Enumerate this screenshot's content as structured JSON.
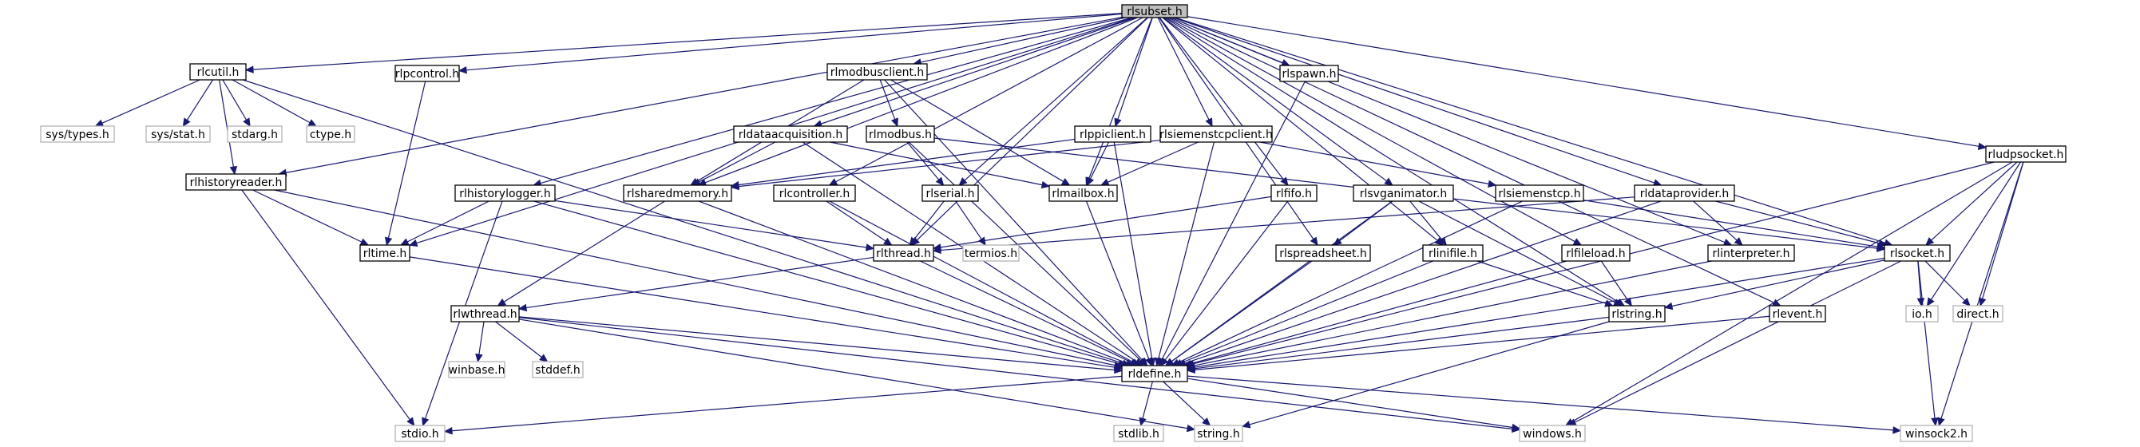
{
  "diagram": {
    "edge_color": "#191970",
    "nodes": [
      {
        "id": "rlsubset",
        "label": "rlsubset.h",
        "style": "root"
      },
      {
        "id": "rlcutil",
        "label": "rlcutil.h",
        "style": "normal"
      },
      {
        "id": "rlpcontrol",
        "label": "rlpcontrol.h",
        "style": "normal"
      },
      {
        "id": "rlmodbusclient",
        "label": "rlmodbusclient.h",
        "style": "normal"
      },
      {
        "id": "rlspawn",
        "label": "rlspawn.h",
        "style": "normal"
      },
      {
        "id": "rludpsocket",
        "label": "rludpsocket.h",
        "style": "normal"
      },
      {
        "id": "systypes",
        "label": "sys/types.h",
        "style": "ghost"
      },
      {
        "id": "sysstat",
        "label": "sys/stat.h",
        "style": "ghost"
      },
      {
        "id": "stdarg",
        "label": "stdarg.h",
        "style": "ghost"
      },
      {
        "id": "ctype",
        "label": "ctype.h",
        "style": "ghost"
      },
      {
        "id": "rldataacquisition",
        "label": "rldataacquisition.h",
        "style": "normal"
      },
      {
        "id": "rlmodbus",
        "label": "rlmodbus.h",
        "style": "normal"
      },
      {
        "id": "rlppiclient",
        "label": "rlppiclient.h",
        "style": "normal"
      },
      {
        "id": "rlsiemenstcpclient",
        "label": "rlsiemenstcpclient.h",
        "style": "normal"
      },
      {
        "id": "rlhistoryreader",
        "label": "rlhistoryreader.h",
        "style": "normal"
      },
      {
        "id": "rlhistorylogger",
        "label": "rlhistorylogger.h",
        "style": "normal"
      },
      {
        "id": "rlsharedmemory",
        "label": "rlsharedmemory.h",
        "style": "normal"
      },
      {
        "id": "rlcontroller",
        "label": "rlcontroller.h",
        "style": "normal"
      },
      {
        "id": "rlserial",
        "label": "rlserial.h",
        "style": "normal"
      },
      {
        "id": "rlmailbox",
        "label": "rlmailbox.h",
        "style": "normal"
      },
      {
        "id": "rlfifo",
        "label": "rlfifo.h",
        "style": "normal"
      },
      {
        "id": "rlsvganimator",
        "label": "rlsvganimator.h",
        "style": "normal"
      },
      {
        "id": "rlsiemenstcp",
        "label": "rlsiemenstcp.h",
        "style": "normal"
      },
      {
        "id": "rldataprovider",
        "label": "rldataprovider.h",
        "style": "normal"
      },
      {
        "id": "rltime",
        "label": "rltime.h",
        "style": "normal"
      },
      {
        "id": "rlthread",
        "label": "rlthread.h",
        "style": "normal"
      },
      {
        "id": "termios",
        "label": "termios.h",
        "style": "ghost"
      },
      {
        "id": "rlspreadsheet",
        "label": "rlspreadsheet.h",
        "style": "normal"
      },
      {
        "id": "rlinifile",
        "label": "rlinifile.h",
        "style": "normal"
      },
      {
        "id": "rlfileload",
        "label": "rlfileload.h",
        "style": "normal"
      },
      {
        "id": "rlinterpreter",
        "label": "rlinterpreter.h",
        "style": "normal"
      },
      {
        "id": "rlsocket",
        "label": "rlsocket.h",
        "style": "normal"
      },
      {
        "id": "rlwthread",
        "label": "rlwthread.h",
        "style": "normal"
      },
      {
        "id": "rlstring",
        "label": "rlstring.h",
        "style": "normal"
      },
      {
        "id": "rlevent",
        "label": "rlevent.h",
        "style": "normal"
      },
      {
        "id": "ioh",
        "label": "io.h",
        "style": "ghost"
      },
      {
        "id": "directh",
        "label": "direct.h",
        "style": "ghost"
      },
      {
        "id": "winbase",
        "label": "winbase.h",
        "style": "ghost"
      },
      {
        "id": "stddef",
        "label": "stddef.h",
        "style": "ghost"
      },
      {
        "id": "rldefine",
        "label": "rldefine.h",
        "style": "normal"
      },
      {
        "id": "stdio",
        "label": "stdio.h",
        "style": "ghost"
      },
      {
        "id": "stdlib",
        "label": "stdlib.h",
        "style": "ghost"
      },
      {
        "id": "stringh",
        "label": "string.h",
        "style": "ghost"
      },
      {
        "id": "windows",
        "label": "windows.h",
        "style": "ghost"
      },
      {
        "id": "winsock2",
        "label": "winsock2.h",
        "style": "ghost"
      }
    ],
    "edges": [
      [
        "rlsubset",
        "rlcutil"
      ],
      [
        "rlsubset",
        "rlpcontrol"
      ],
      [
        "rlsubset",
        "rlmodbusclient"
      ],
      [
        "rlsubset",
        "rlspawn"
      ],
      [
        "rlsubset",
        "rludpsocket"
      ],
      [
        "rlsubset",
        "rldataacquisition"
      ],
      [
        "rlsubset",
        "rlppiclient"
      ],
      [
        "rlsubset",
        "rlsiemenstcpclient"
      ],
      [
        "rlsubset",
        "rlhistoryreader"
      ],
      [
        "rlsubset",
        "rlhistorylogger"
      ],
      [
        "rlsubset",
        "rlsharedmemory"
      ],
      [
        "rlsubset",
        "rlcontroller"
      ],
      [
        "rlsubset",
        "rlserial"
      ],
      [
        "rlsubset",
        "rlmailbox"
      ],
      [
        "rlsubset",
        "rlfifo"
      ],
      [
        "rlsubset",
        "rlsvganimator"
      ],
      [
        "rlsubset",
        "rldataprovider"
      ],
      [
        "rlsubset",
        "rltime"
      ],
      [
        "rlsubset",
        "rlthread"
      ],
      [
        "rlsubset",
        "rlspreadsheet"
      ],
      [
        "rlsubset",
        "rlinifile"
      ],
      [
        "rlsubset",
        "rlfileload"
      ],
      [
        "rlsubset",
        "rlinterpreter"
      ],
      [
        "rlsubset",
        "rlsocket"
      ],
      [
        "rlsubset",
        "rlstring"
      ],
      [
        "rlsubset",
        "rlevent"
      ],
      [
        "rlcutil",
        "systypes"
      ],
      [
        "rlcutil",
        "sysstat"
      ],
      [
        "rlcutil",
        "stdarg"
      ],
      [
        "rlcutil",
        "ctype"
      ],
      [
        "rlcutil",
        "rlhistoryreader"
      ],
      [
        "rlcutil",
        "rldefine"
      ],
      [
        "rlpcontrol",
        "rltime"
      ],
      [
        "rlmodbusclient",
        "rlmodbus"
      ],
      [
        "rlmodbusclient",
        "rlsharedmemory"
      ],
      [
        "rlmodbusclient",
        "rlmailbox"
      ],
      [
        "rlmodbusclient",
        "rldefine"
      ],
      [
        "rlspawn",
        "rldefine"
      ],
      [
        "rludpsocket",
        "rlsocket"
      ],
      [
        "rludpsocket",
        "ioh"
      ],
      [
        "rludpsocket",
        "directh"
      ],
      [
        "rludpsocket",
        "windows"
      ],
      [
        "rludpsocket",
        "winsock2"
      ],
      [
        "rludpsocket",
        "rldefine"
      ],
      [
        "rldataacquisition",
        "rlsharedmemory"
      ],
      [
        "rldataacquisition",
        "rlmailbox"
      ],
      [
        "rldataacquisition",
        "rldefine"
      ],
      [
        "rlmodbus",
        "rlserial"
      ],
      [
        "rlmodbus",
        "rlsocket"
      ],
      [
        "rlmodbus",
        "rldefine"
      ],
      [
        "rlppiclient",
        "rlsharedmemory"
      ],
      [
        "rlppiclient",
        "rlmailbox"
      ],
      [
        "rlppiclient",
        "rldefine"
      ],
      [
        "rlsiemenstcpclient",
        "rlsharedmemory"
      ],
      [
        "rlsiemenstcpclient",
        "rlmailbox"
      ],
      [
        "rlsiemenstcpclient",
        "rlsiemenstcp"
      ],
      [
        "rlsiemenstcpclient",
        "rldefine"
      ],
      [
        "rlhistoryreader",
        "rltime"
      ],
      [
        "rlhistoryreader",
        "stdio"
      ],
      [
        "rlhistoryreader",
        "rldefine"
      ],
      [
        "rlhistorylogger",
        "rltime"
      ],
      [
        "rlhistorylogger",
        "rlthread"
      ],
      [
        "rlhistorylogger",
        "stdio"
      ],
      [
        "rlhistorylogger",
        "rldefine"
      ],
      [
        "rlsharedmemory",
        "rlwthread"
      ],
      [
        "rlsharedmemory",
        "rldefine"
      ],
      [
        "rlcontroller",
        "rlthread"
      ],
      [
        "rlcontroller",
        "rldefine"
      ],
      [
        "rlserial",
        "rlthread"
      ],
      [
        "rlserial",
        "termios"
      ],
      [
        "rlmailbox",
        "rldefine"
      ],
      [
        "rlfifo",
        "rlthread"
      ],
      [
        "rlfifo",
        "rldefine"
      ],
      [
        "rlsvganimator",
        "rlspreadsheet"
      ],
      [
        "rlsvganimator",
        "rlinifile"
      ],
      [
        "rlsvganimator",
        "rlstring"
      ],
      [
        "rlsvganimator",
        "rldefine"
      ],
      [
        "rlsiemenstcp",
        "rlsocket"
      ],
      [
        "rlsiemenstcp",
        "rldefine"
      ],
      [
        "rldataprovider",
        "rlthread"
      ],
      [
        "rldataprovider",
        "rlinterpreter"
      ],
      [
        "rldataprovider",
        "rlsocket"
      ],
      [
        "rldataprovider",
        "rldefine"
      ],
      [
        "rltime",
        "rldefine"
      ],
      [
        "rlthread",
        "rlwthread"
      ],
      [
        "rlthread",
        "rldefine"
      ],
      [
        "rlspreadsheet",
        "rldefine"
      ],
      [
        "rlinifile",
        "rlstring"
      ],
      [
        "rlinifile",
        "rldefine"
      ],
      [
        "rlfileload",
        "rlstring"
      ],
      [
        "rlfileload",
        "rldefine"
      ],
      [
        "rlinterpreter",
        "rldefine"
      ],
      [
        "rlsocket",
        "rlstring"
      ],
      [
        "rlsocket",
        "ioh"
      ],
      [
        "rlsocket",
        "directh"
      ],
      [
        "rlsocket",
        "windows"
      ],
      [
        "rlsocket",
        "winsock2"
      ],
      [
        "rlsocket",
        "rldefine"
      ],
      [
        "rlwthread",
        "winbase"
      ],
      [
        "rlwthread",
        "stddef"
      ],
      [
        "rlwthread",
        "stringh"
      ],
      [
        "rlwthread",
        "windows"
      ],
      [
        "rlwthread",
        "rldefine"
      ],
      [
        "rlstring",
        "stringh"
      ],
      [
        "rlstring",
        "rldefine"
      ],
      [
        "rlevent",
        "rldefine"
      ],
      [
        "rldefine",
        "stdio"
      ],
      [
        "rldefine",
        "stdlib"
      ],
      [
        "rldefine",
        "stringh"
      ],
      [
        "rldefine",
        "windows"
      ],
      [
        "rldefine",
        "winsock2"
      ]
    ]
  }
}
